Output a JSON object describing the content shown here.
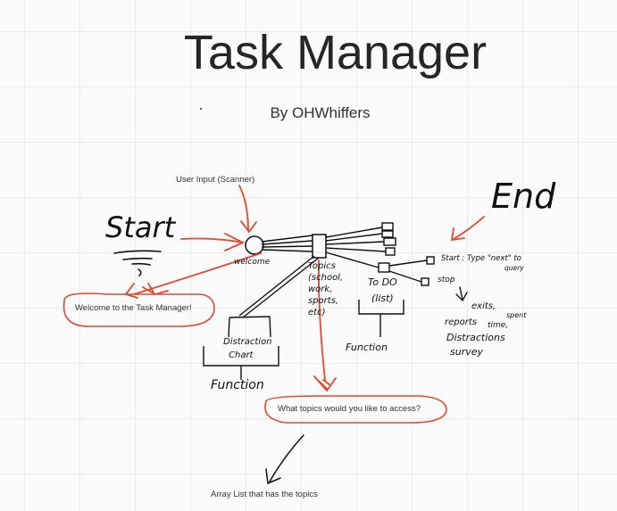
{
  "header": {
    "title": "Task Manager",
    "subtitle": "By OHWhiffers"
  },
  "notes": {
    "user_input": "User Input (Scanner)",
    "welcome_message": "Welcome to the Task Manager!",
    "topics_question": "What topics would you like to access?",
    "array_list": "Array List that has the topics"
  },
  "handwriting": {
    "start": "Start",
    "end": "End",
    "welcome": "welcome",
    "topics": [
      "Topics",
      "(school,",
      "work,",
      "sports,",
      "etc)"
    ],
    "todo": [
      "To DO",
      "(list)"
    ],
    "function_todo": "Function",
    "distraction_chart": [
      "Distraction",
      "Chart"
    ],
    "function_chart": "Function",
    "start_cmd": "Start : Type \"next\" to",
    "start_cmd_2": "query",
    "stop_cmd": "stop",
    "exit_items": [
      "exits,",
      "reports",
      "spent",
      "time,",
      "Distractions",
      "survey"
    ]
  },
  "colors": {
    "ink": "#111111",
    "accent": "#e4482e"
  }
}
